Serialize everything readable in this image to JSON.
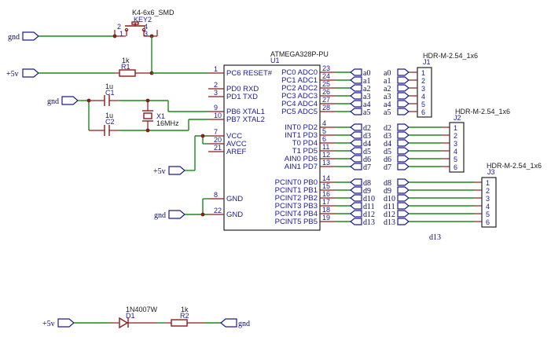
{
  "key": {
    "name": "K4-6x6_SMD",
    "ref": "KEY2",
    "pins": [
      "2",
      "1",
      "4",
      "3"
    ]
  },
  "r1": {
    "value": "1k",
    "ref": "R1"
  },
  "c1": {
    "value": "1u",
    "ref": "C1"
  },
  "c2": {
    "value": "1u",
    "ref": "C2"
  },
  "x1": {
    "ref": "X1",
    "value": "16MHz"
  },
  "u1": {
    "name": "ATMEGA328P-PU",
    "ref": "U1",
    "left_pins": [
      {
        "num": "1",
        "label": "PC6 RESET#"
      },
      {
        "num": "2",
        "label": "PD0 RXD"
      },
      {
        "num": "3",
        "label": "PD1 TXD"
      },
      {
        "num": "9",
        "label": "PB6 XTAL1"
      },
      {
        "num": "10",
        "label": "PB7 XTAL2"
      },
      {
        "num": "7",
        "label": "VCC"
      },
      {
        "num": "20",
        "label": "AVCC"
      },
      {
        "num": "21",
        "label": "AREF"
      },
      {
        "num": "8",
        "label": "GND"
      },
      {
        "num": "22",
        "label": "GND"
      }
    ],
    "right_pins": [
      {
        "num": "23",
        "label": "PC0 ADC0",
        "net": "a0"
      },
      {
        "num": "24",
        "label": "PC1 ADC1",
        "net": "a1"
      },
      {
        "num": "25",
        "label": "PC2 ADC2",
        "net": "a2"
      },
      {
        "num": "26",
        "label": "PC3 ADC3",
        "net": "a3"
      },
      {
        "num": "27",
        "label": "PC4 ADC4",
        "net": "a4"
      },
      {
        "num": "28",
        "label": "PC5 ADC5",
        "net": "a5"
      },
      {
        "num": "4",
        "label": "INT0 PD2",
        "net": "d2"
      },
      {
        "num": "5",
        "label": "INT1 PD3",
        "net": "d3"
      },
      {
        "num": "6",
        "label": "T0 PD4",
        "net": "d4"
      },
      {
        "num": "11",
        "label": "T1 PD5",
        "net": "d5"
      },
      {
        "num": "12",
        "label": "AIN0 PD6",
        "net": "d6"
      },
      {
        "num": "13",
        "label": "AIN1 PD7",
        "net": "d7"
      },
      {
        "num": "14",
        "label": "PCINT0 PB0",
        "net": "d8"
      },
      {
        "num": "15",
        "label": "PCINT1 PB1",
        "net": "d9"
      },
      {
        "num": "16",
        "label": "PCINT2 PB2",
        "net": "d10"
      },
      {
        "num": "17",
        "label": "PCINT3 PB3",
        "net": "d11"
      },
      {
        "num": "18",
        "label": "PCINT4 PB4",
        "net": "d12"
      },
      {
        "num": "19",
        "label": "PCINT5 PB5",
        "net": "d13"
      }
    ]
  },
  "j1": {
    "name": "HDR-M-2.54_1x6",
    "ref": "J1",
    "nets": [
      "a0",
      "a1",
      "a2",
      "a3",
      "a4",
      "a5"
    ],
    "pins": [
      "1",
      "2",
      "3",
      "4",
      "5",
      "6"
    ]
  },
  "j2": {
    "name": "HDR-M-2.54_1x6",
    "ref": "J2",
    "nets": [
      "d2",
      "d3",
      "d4",
      "d5",
      "d6",
      "d7"
    ],
    "pins": [
      "1",
      "2",
      "3",
      "4",
      "5",
      "6"
    ]
  },
  "j3": {
    "name": "HDR-M-2.54_1x6",
    "ref": "J3",
    "nets": [
      "d8",
      "d9",
      "d10",
      "d11",
      "d12",
      "d13"
    ],
    "pins": [
      "1",
      "2",
      "3",
      "4",
      "5",
      "6"
    ]
  },
  "stray_label": "d13",
  "d1": {
    "name": "1N4007W",
    "ref": "D1"
  },
  "r2": {
    "value": "1k",
    "ref": "R2"
  },
  "power": {
    "gnd": "gnd",
    "vcc": "+5v"
  }
}
